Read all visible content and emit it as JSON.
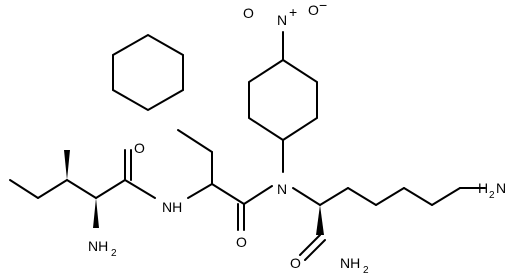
{
  "labels": {
    "nitro_n": "N",
    "nitro_plus": "+",
    "nitro_o_top": "O",
    "nitro_minus": "−",
    "nitro_o_left": "O",
    "amide_n": "N",
    "nh": "NH",
    "o1": "O",
    "o2": "O",
    "o3": "O",
    "nh2_left": "NH",
    "nh2_left_sub": "2",
    "nh2_right": "NH",
    "nh2_right_sub": "2",
    "h2n": "H",
    "h2n_sub": "2",
    "h2n_n": "N"
  }
}
